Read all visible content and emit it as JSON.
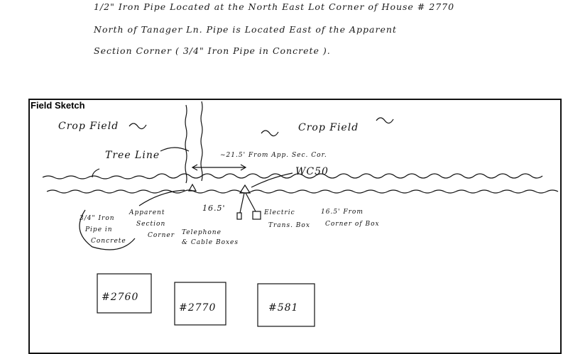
{
  "description": {
    "lines": [
      "1/2\" Iron Pipe Located at the North East Lot Corner of House # 2770",
      "North of Tanager Ln. Pipe is Located East of the Apparent",
      "Section Corner ( 3/4\" Iron Pipe in Concrete )."
    ]
  },
  "sketch": {
    "title": "Field Sketch",
    "labels": {
      "crop_field_left": "Crop Field",
      "crop_field_right": "Crop Field",
      "tree_line": "Tree Line",
      "distance_from_sec_cor": "~21.5' From App. Sec. Cor.",
      "station": "WC50",
      "iron_pipe_1": "3/4\" Iron",
      "iron_pipe_2": "Pipe in",
      "iron_pipe_3": "Concrete",
      "apparent_1": "Apparent",
      "apparent_2": "Section",
      "apparent_3": "Corner",
      "dist_left": "16.5'",
      "dist_right_1": "16.5' From",
      "dist_right_2": "Corner of Box",
      "electric_1": "Electric",
      "electric_2": "Trans. Box",
      "telephone_1": "Telephone",
      "telephone_2": "& Cable Boxes",
      "house_1": "#2760",
      "house_2": "#2770",
      "house_3": "#581"
    }
  }
}
